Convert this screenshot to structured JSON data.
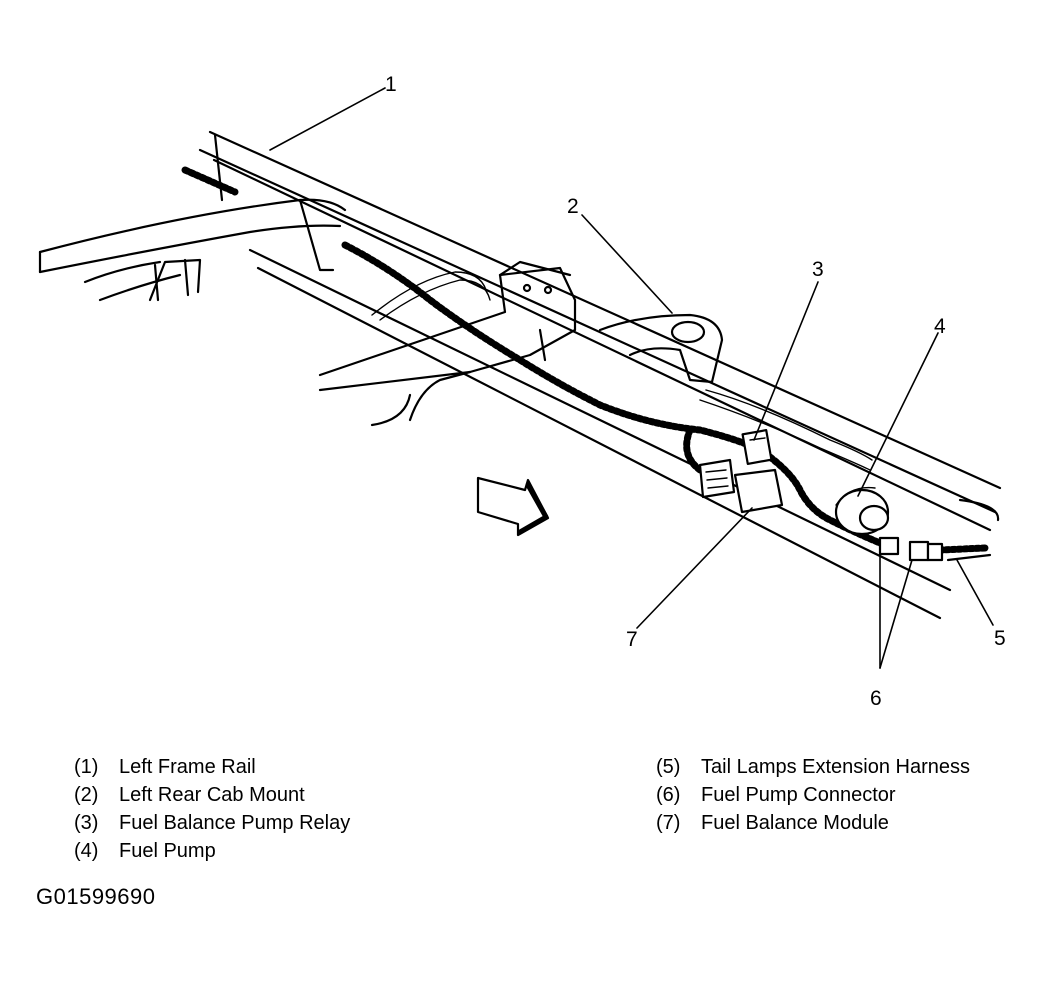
{
  "figure_id": "G01599690",
  "callouts": [
    {
      "id": "1",
      "label": "Left Frame Rail"
    },
    {
      "id": "2",
      "label": "Left Rear Cab Mount"
    },
    {
      "id": "3",
      "label": "Fuel Balance Pump Relay"
    },
    {
      "id": "4",
      "label": "Fuel Pump"
    },
    {
      "id": "5",
      "label": "Tail Lamps Extension Harness"
    },
    {
      "id": "6",
      "label": "Fuel Pump Connector"
    },
    {
      "id": "7",
      "label": "Fuel Balance Module"
    }
  ],
  "legend": {
    "left": [
      {
        "num": "(1)",
        "label": "Left Frame Rail"
      },
      {
        "num": "(2)",
        "label": "Left Rear Cab Mount"
      },
      {
        "num": "(3)",
        "label": "Fuel Balance Pump Relay"
      },
      {
        "num": "(4)",
        "label": "Fuel Pump"
      }
    ],
    "right": [
      {
        "num": "(5)",
        "label": "Tail Lamps Extension Harness"
      },
      {
        "num": "(6)",
        "label": "Fuel Pump Connector"
      },
      {
        "num": "(7)",
        "label": "Fuel Balance Module"
      }
    ]
  }
}
